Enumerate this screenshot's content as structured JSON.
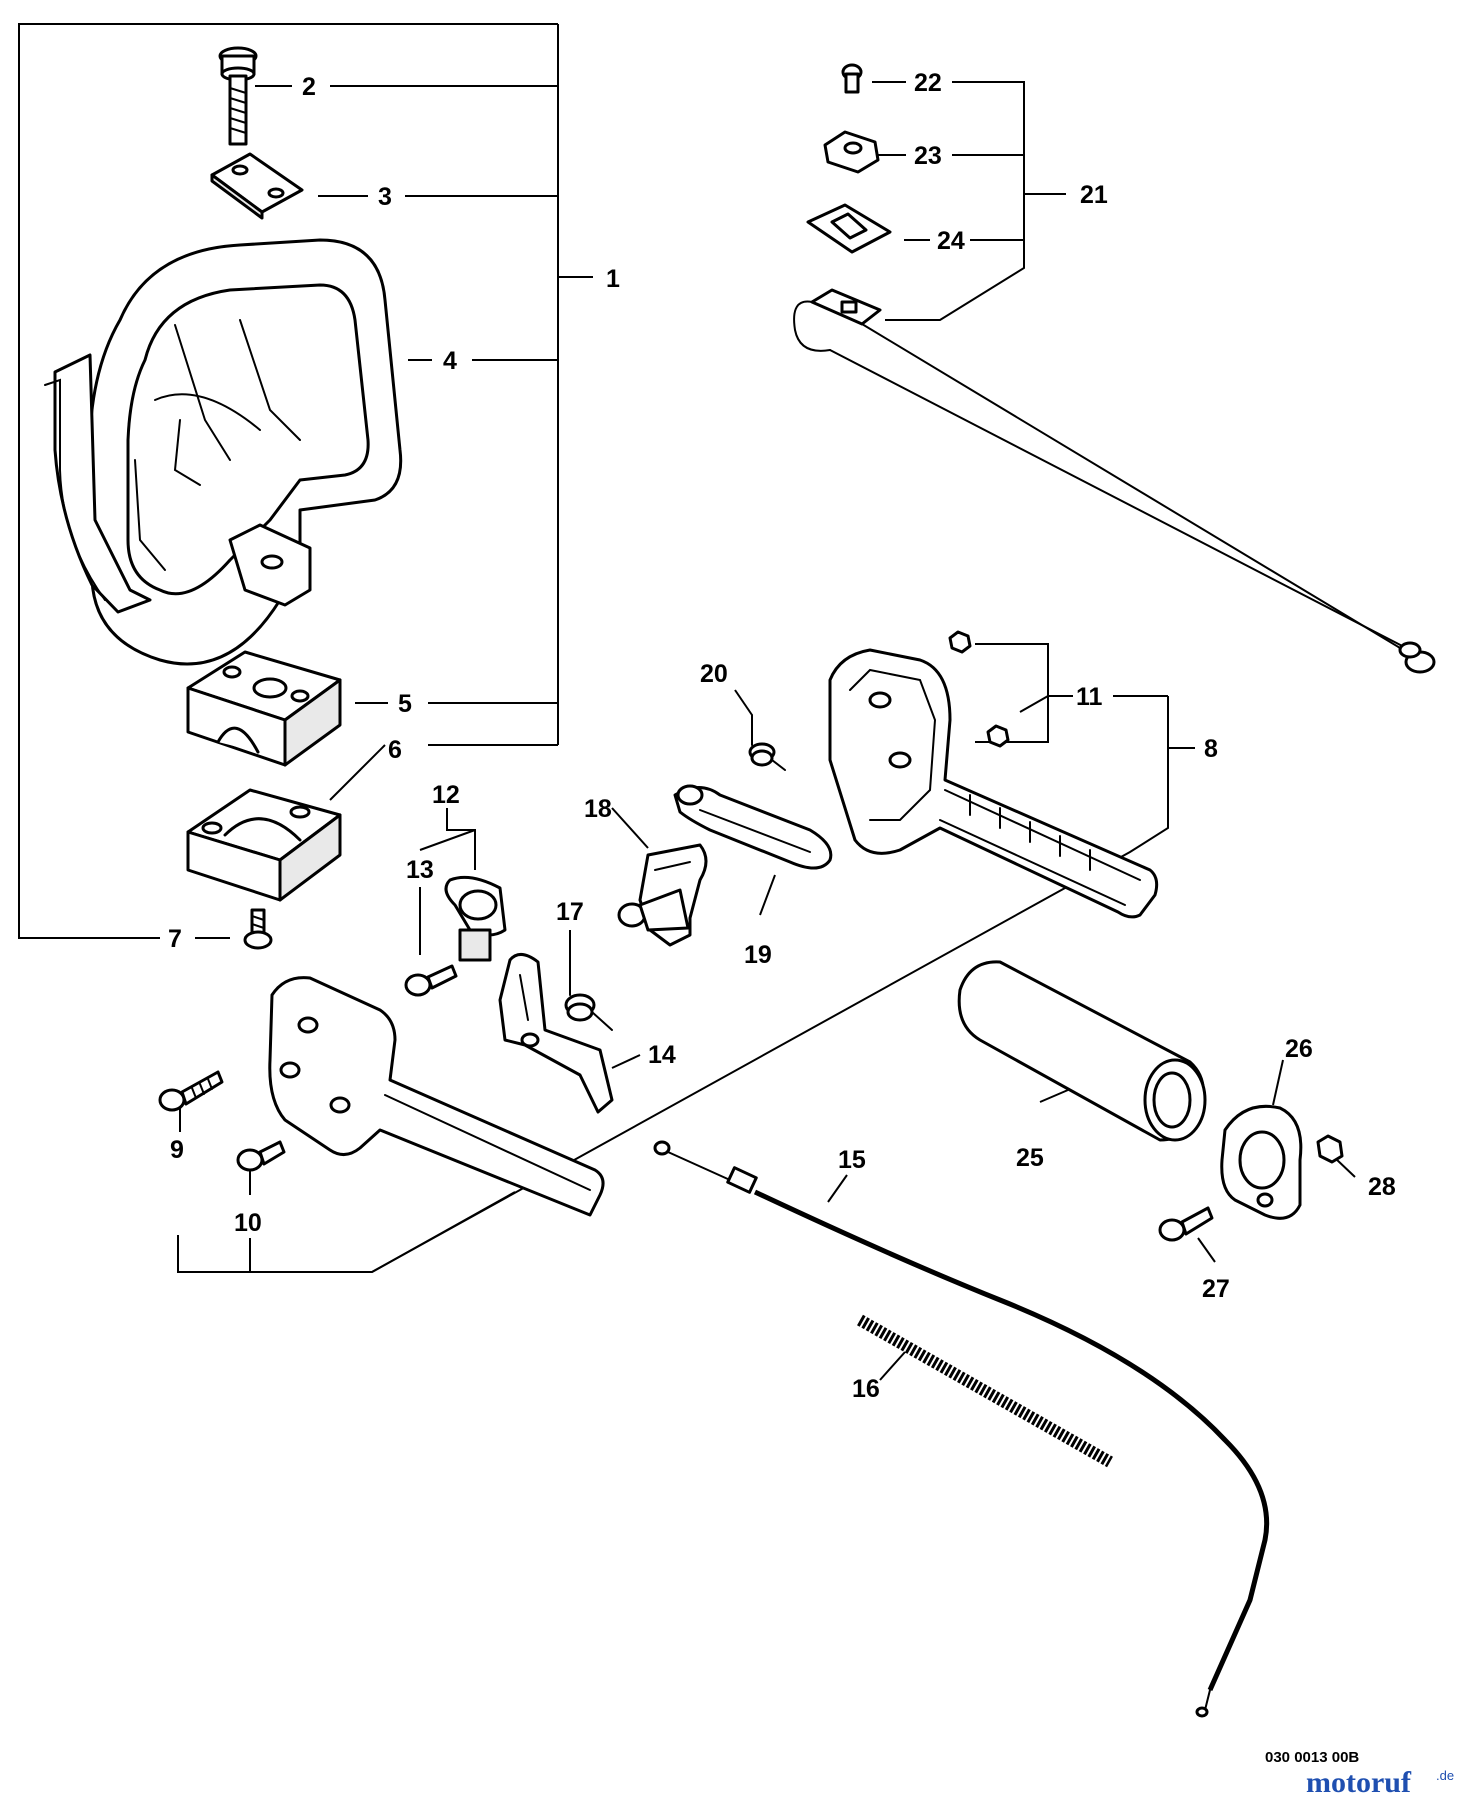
{
  "diagram": {
    "callouts": [
      "1",
      "2",
      "3",
      "4",
      "5",
      "6",
      "7",
      "8",
      "9",
      "10",
      "11",
      "12",
      "13",
      "14",
      "15",
      "16",
      "17",
      "18",
      "19",
      "20",
      "21",
      "22",
      "23",
      "24",
      "25",
      "26",
      "27",
      "28"
    ],
    "drawing_code": "030 0013 00B",
    "watermark": {
      "brand": "motoruf",
      "tld": ".de",
      "color": "#1f4fb0"
    }
  }
}
